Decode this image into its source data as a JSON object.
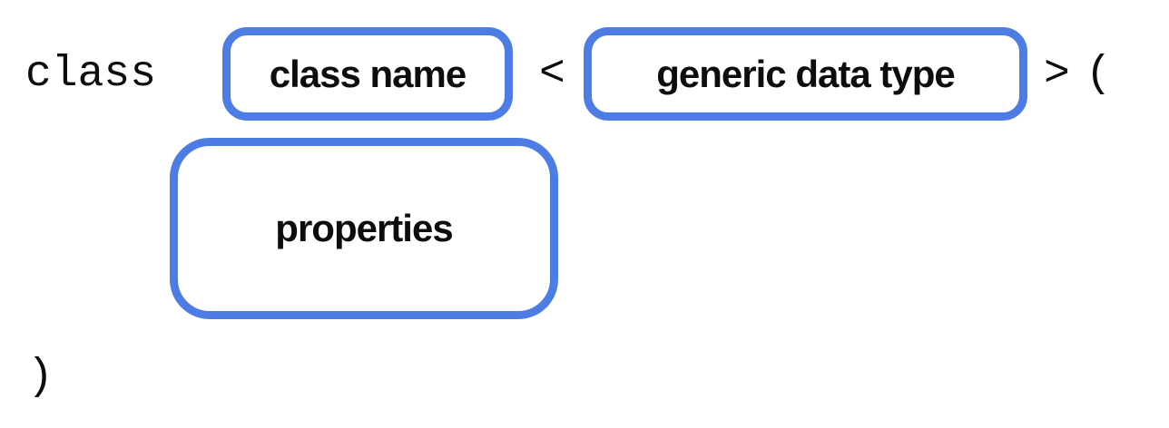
{
  "diagram": {
    "keyword": "class",
    "class_name_label": "class name",
    "open_angle": "<",
    "generic_type_label": "generic data type",
    "close_angle": ">",
    "open_paren": "(",
    "properties_label": "properties",
    "close_paren": ")",
    "accent_color": "#4c7ce4",
    "text_color": "#0d0d0d",
    "background_color": "#ffffff"
  }
}
